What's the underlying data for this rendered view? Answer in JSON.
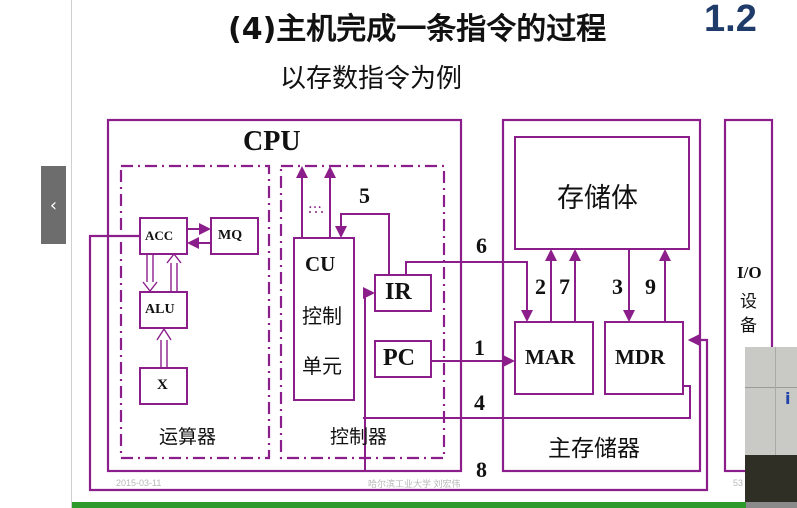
{
  "viewer": {
    "prev_button_icon": "chevron-left-icon",
    "prev_button_glyph": "‹",
    "progress_fraction": 0.93,
    "progress_color": "#2b9a2b"
  },
  "slide": {
    "title": "(4)主机完成一条指令的过程",
    "subtitle": "以存数指令为例",
    "section_number": "1.2",
    "accent_color": "#8b1e8b",
    "footer": {
      "date": "2015-03-11",
      "author": "哈尔滨工业大学 刘宏伟",
      "page": "53"
    }
  },
  "diagram": {
    "cpu": {
      "label": "CPU",
      "alu_unit": {
        "label": "运算器",
        "registers": [
          "ACC",
          "MQ",
          "ALU",
          "X"
        ]
      },
      "control_unit": {
        "label": "控制器",
        "cu_label": "CU",
        "cu_sub1": "控制",
        "cu_sub2": "单元",
        "dots": "…",
        "registers": [
          "IR",
          "PC"
        ]
      }
    },
    "main_memory": {
      "label": "主存储器",
      "storage": "存储体",
      "registers": [
        "MAR",
        "MDR"
      ]
    },
    "io": {
      "label_line1": "I/O",
      "label_line2": "设",
      "label_line3": "备"
    },
    "steps": [
      "1",
      "2",
      "3",
      "4",
      "5",
      "6",
      "7",
      "8",
      "9"
    ]
  },
  "webcam": {
    "visible_text": "i"
  }
}
